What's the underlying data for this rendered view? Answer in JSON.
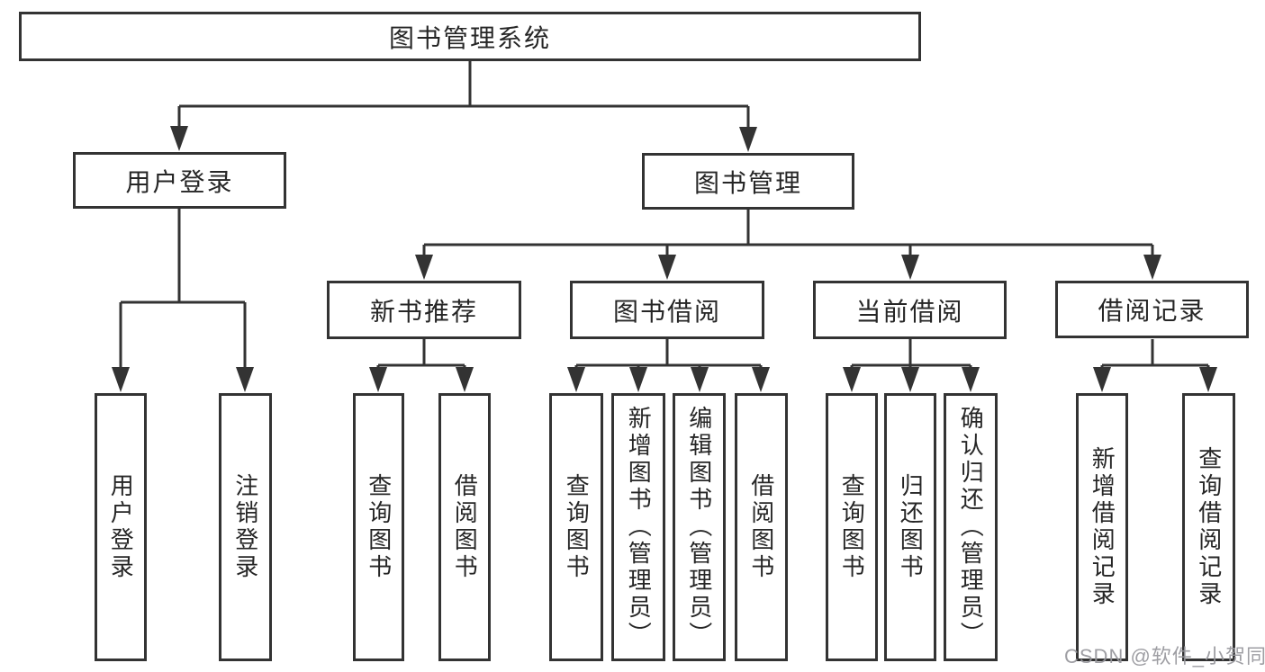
{
  "diagram": {
    "title": "图书管理系统",
    "branches": {
      "user": {
        "label": "用户登录",
        "leaves": [
          "用户登录",
          "注销登录"
        ]
      },
      "book": {
        "label": "图书管理",
        "children": [
          {
            "label": "新书推荐",
            "leaves": [
              "查询图书",
              "借阅图书"
            ]
          },
          {
            "label": "图书借阅",
            "leaves": [
              "查询图书",
              "新增图书（管理员）",
              "编辑图书（管理员）",
              "借阅图书"
            ]
          },
          {
            "label": "当前借阅",
            "leaves": [
              "查询图书",
              "归还图书",
              "确认归还（管理员）"
            ]
          },
          {
            "label": "借阅记录",
            "leaves": [
              "新增借阅记录",
              "查询借阅记录"
            ]
          }
        ]
      }
    },
    "watermark": "CSDN @软件_小贺同学",
    "colors": {
      "line": "#333333",
      "box_border": "#333333",
      "box_fill": "#ffffff",
      "text": "#262626",
      "background": "#ffffff",
      "watermark": "#96969b"
    }
  }
}
